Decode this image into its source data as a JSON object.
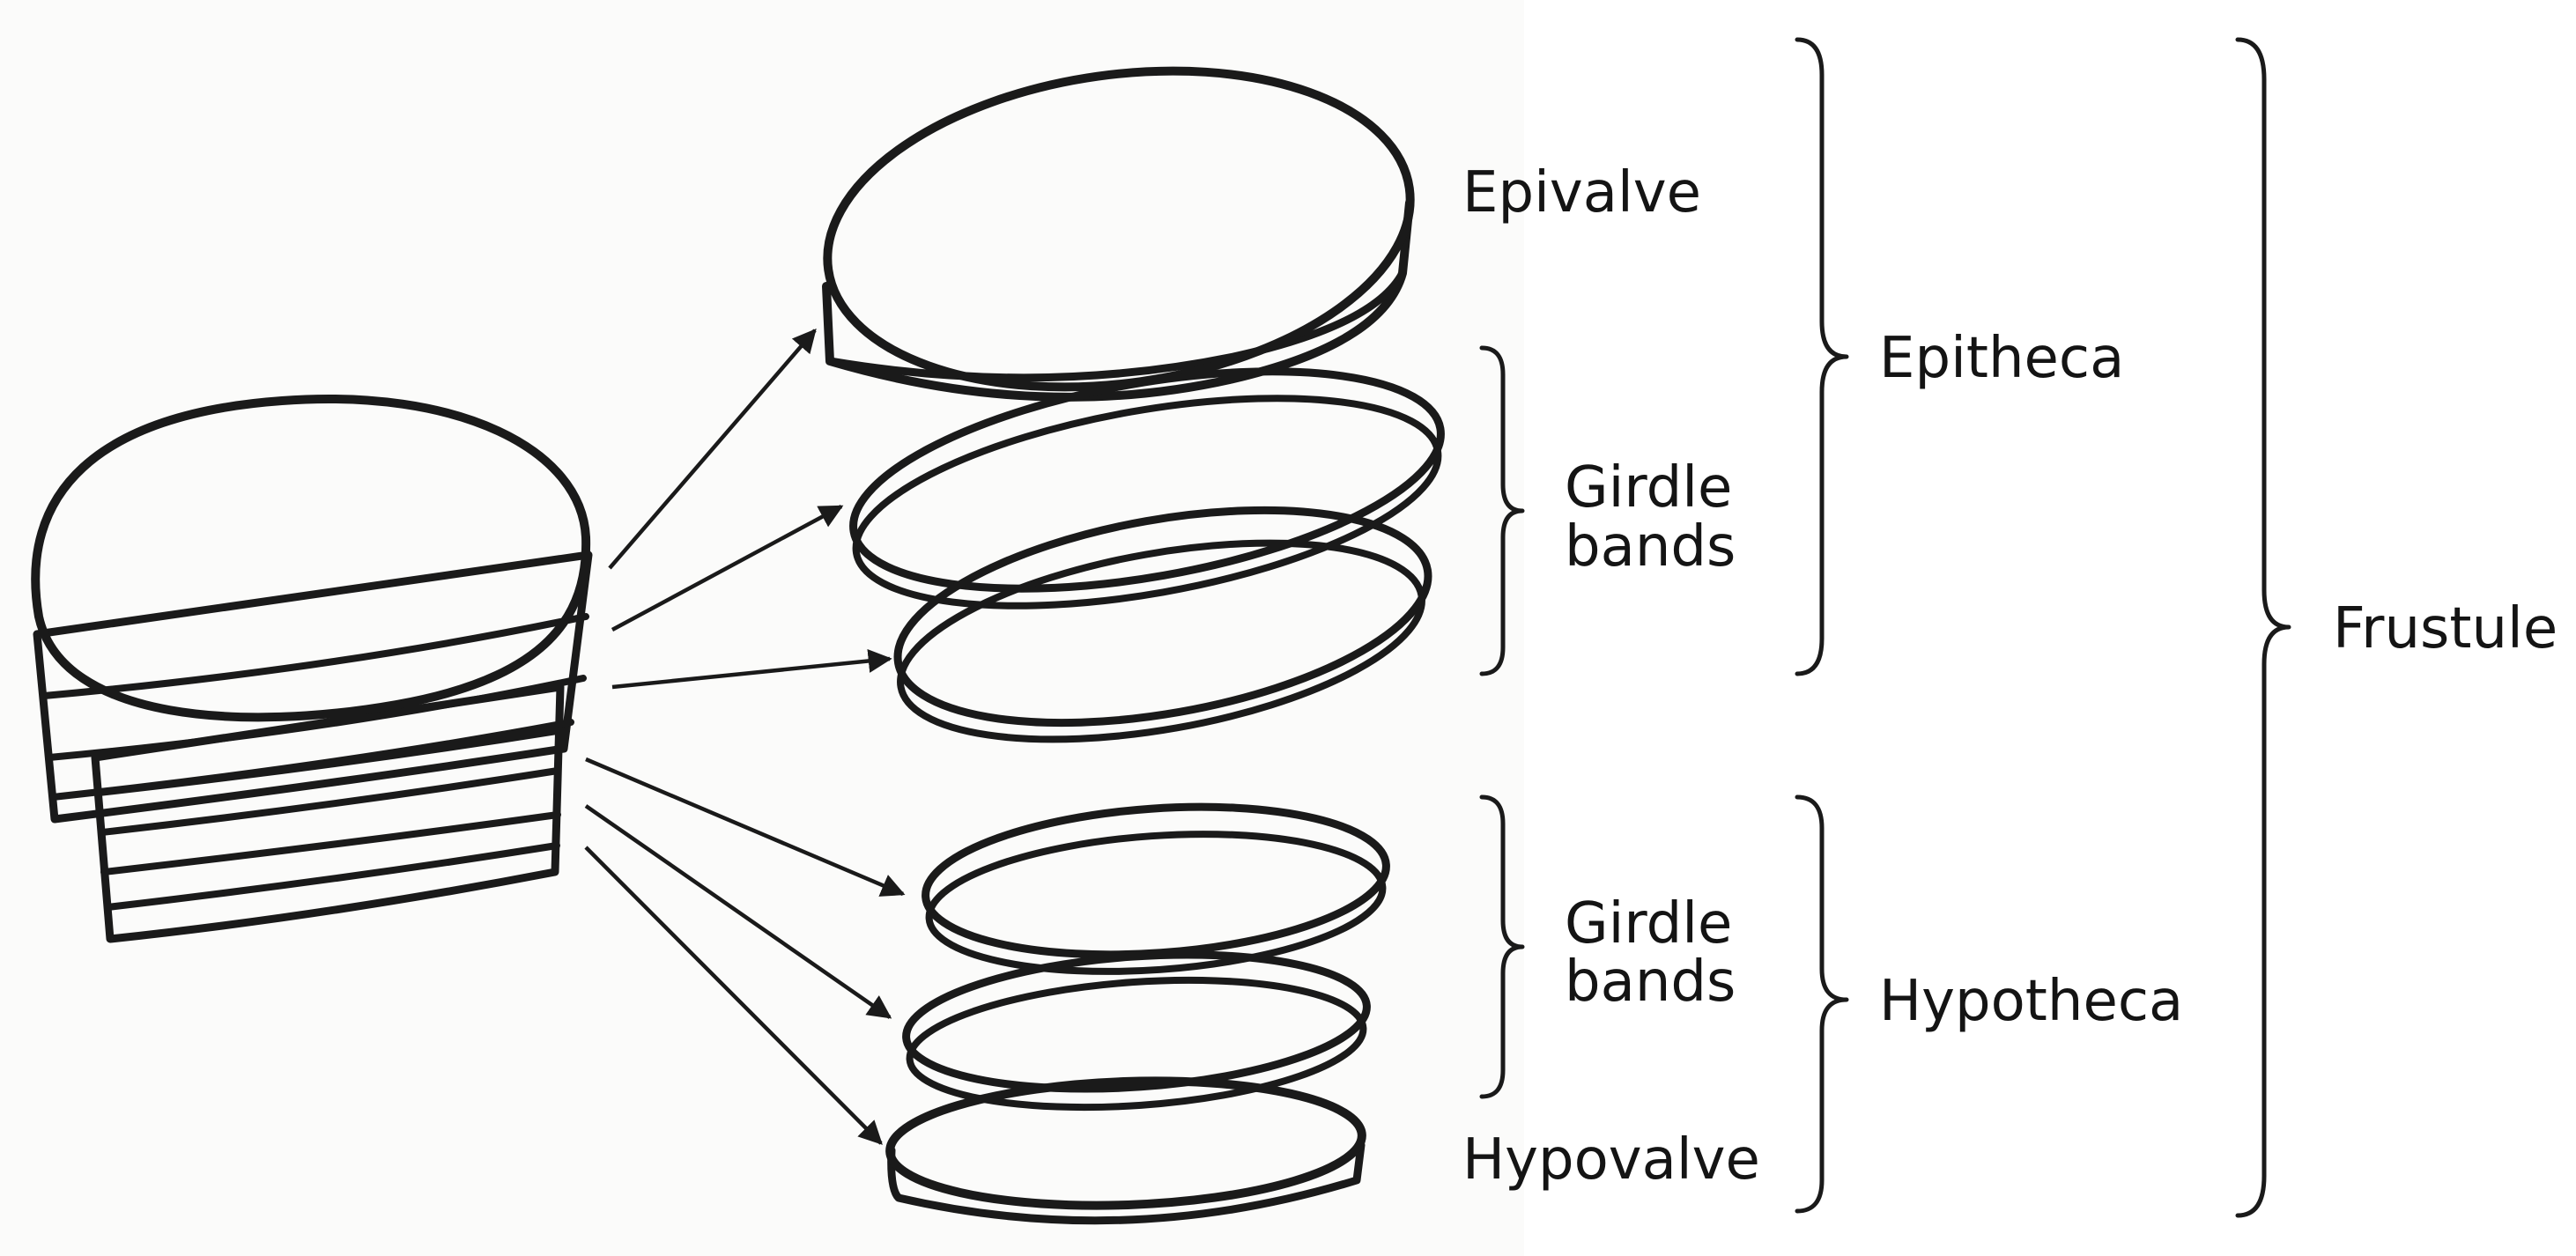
{
  "labels": {
    "epivalve": "Epivalve",
    "girdle_bands_top_line1": "Girdle",
    "girdle_bands_top_line2": "bands",
    "girdle_bands_bottom_line1": "Girdle",
    "girdle_bands_bottom_line2": "bands",
    "hypovalve": "Hypovalve",
    "epitheca": "Epitheca",
    "hypotheca": "Hypotheca",
    "frustule": "Frustule"
  },
  "colors": {
    "ink": "#1a1a1a",
    "paper": "#fbfbfa",
    "text": "#141414"
  }
}
